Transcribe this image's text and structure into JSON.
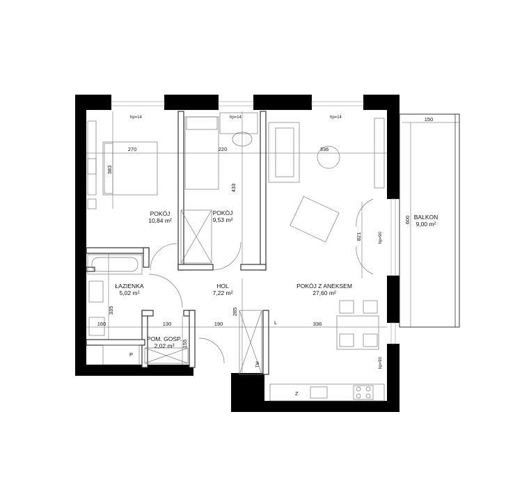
{
  "rooms": {
    "pokoj1": {
      "name": "POKÓJ",
      "area": "10,84 m²"
    },
    "pokoj2": {
      "name": "POKÓJ",
      "area": "9,53 m²"
    },
    "lazienka": {
      "name": "ŁAZIENKA",
      "area": "5,02 m²"
    },
    "hol": {
      "name": "HOL",
      "area": "7,22 m²"
    },
    "pokoj_aneks": {
      "name": "POKÓJ Z ANEKSEM",
      "area": "27,60 m²"
    },
    "pom_gosp": {
      "name": "POM. GOSP.",
      "area": "2,02 m²"
    },
    "balkon": {
      "name": "BALKON",
      "area": "9,00 m²"
    }
  },
  "dimensions": {
    "d270": "270",
    "d220": "220",
    "d336_top": "336",
    "d150": "150",
    "d383": "383",
    "d433": "433",
    "d600": "600",
    "d821": "821",
    "d335": "335",
    "d285": "285",
    "d155": "155",
    "d160": "160",
    "d130": "130",
    "d190": "190",
    "d336_mid": "336"
  },
  "labels": {
    "hp1": "hp=14",
    "hp2": "hp=14",
    "hp3": "hp=14",
    "hp90a": "hp=90",
    "hp90b": "hp=90",
    "p": "P",
    "l": "L",
    "z": "Z",
    "tm": "TM"
  }
}
